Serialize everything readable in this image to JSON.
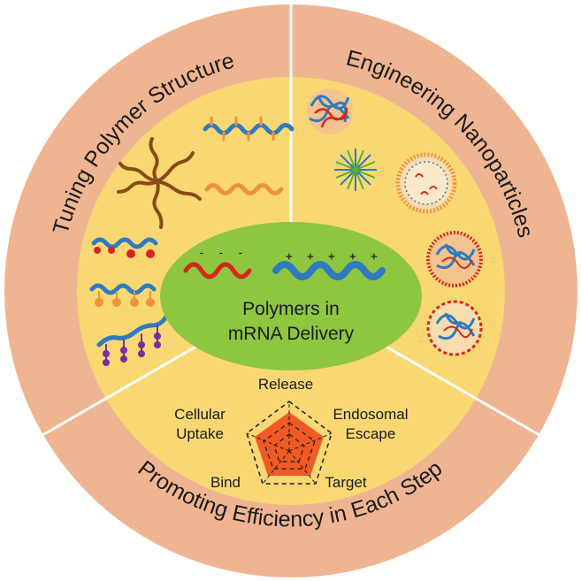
{
  "sections": {
    "left_title": "Tuning Polymer Structure",
    "right_title": "Engineering Nanoparticles",
    "bottom_title": "Promoting Efficiency in Each Step"
  },
  "center": {
    "line1": "Polymers in",
    "line2": "mRNA Delivery",
    "negative_charges": [
      "-",
      "-",
      "-"
    ],
    "positive_charges": [
      "+",
      "+",
      "+",
      "+",
      "+"
    ]
  },
  "radar": {
    "labels": {
      "release": "Release",
      "endosomal_1": "Endosomal",
      "endosomal_2": "Escape",
      "target": "Target",
      "bind": "Bind",
      "cellular_1": "Cellular",
      "cellular_2": "Uptake"
    }
  },
  "colors": {
    "outer_ring": "#efb592",
    "inner_disk": "#f9d874",
    "center_ellipse": "#8ec63f",
    "radar_fill": "#f15a24",
    "polymer_blue": "#2f7bbf",
    "polymer_red": "#d7261e",
    "polymer_brown": "#8b4a12",
    "polymer_orange": "#f0923a",
    "bead_purple": "#7b2f9c"
  }
}
